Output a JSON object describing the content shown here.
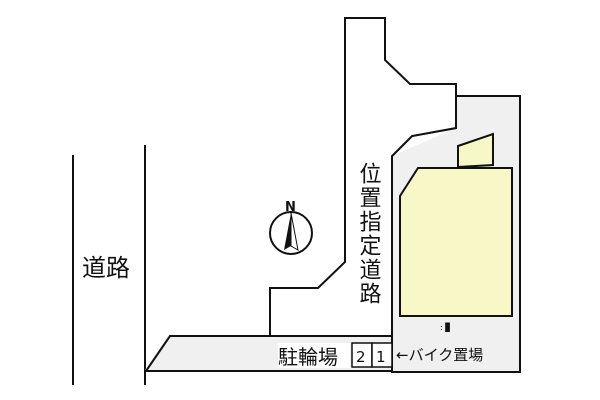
{
  "labels": {
    "road": "道路",
    "designated_road": "位置指定道路",
    "bicycle_parking": "駐輪場",
    "bike_area": "←バイク置場",
    "north": "N"
  },
  "slots": [
    {
      "label": "2"
    },
    {
      "label": "1"
    }
  ],
  "colors": {
    "lot_fill": "#f0f0f0",
    "building_fill": "#f7f7c8",
    "stroke": "#111111"
  }
}
